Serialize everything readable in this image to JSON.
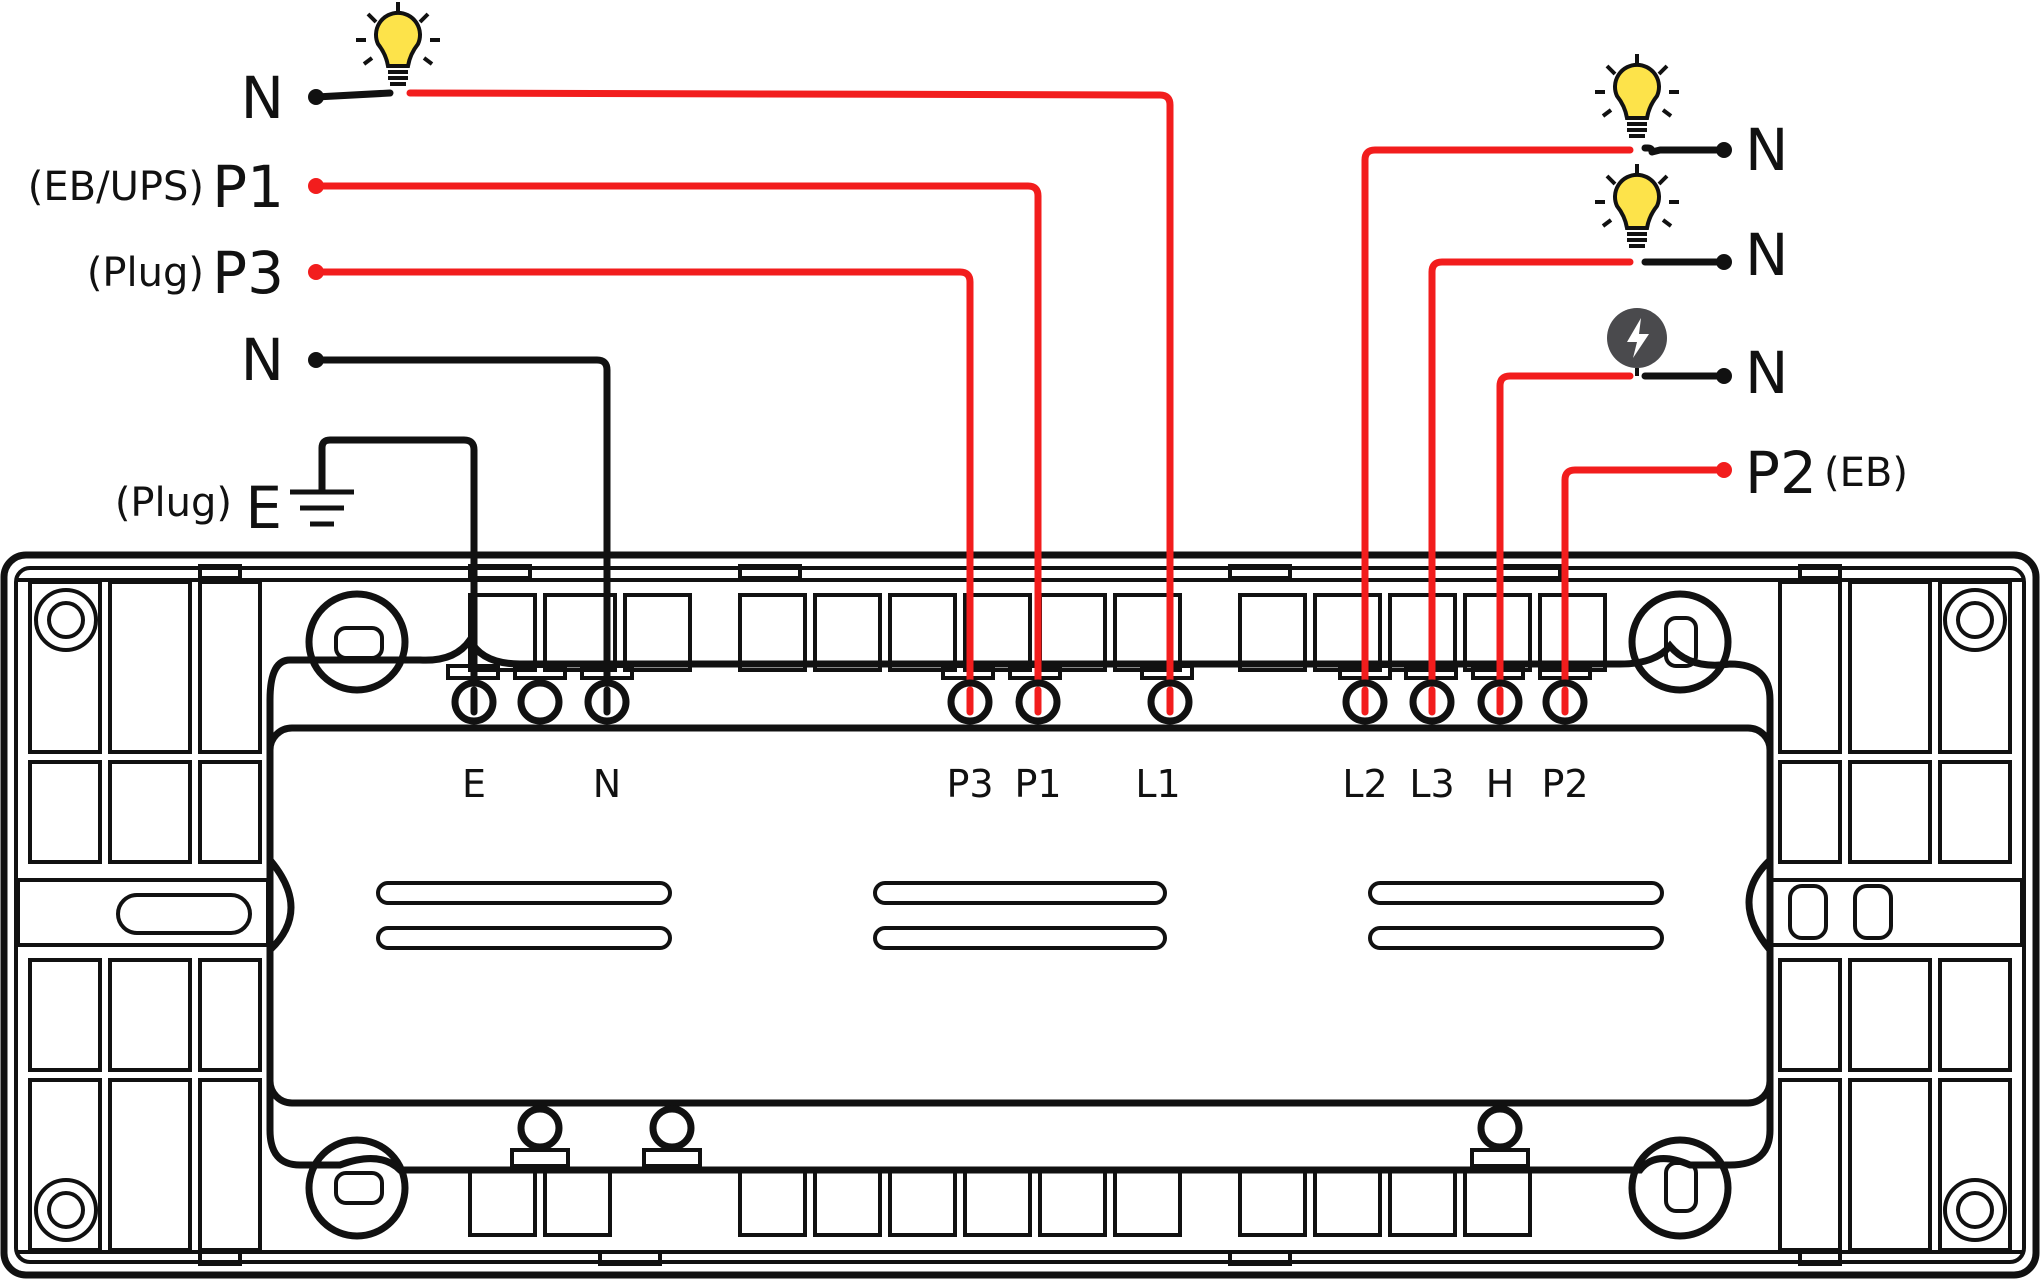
{
  "left_labels": {
    "n_top": "N",
    "p1_prefix": "(EB/UPS)",
    "p1": "P1",
    "p3_prefix": "(Plug)",
    "p3": "P3",
    "n_mid": "N",
    "e_prefix": "(Plug)",
    "e": "E"
  },
  "right_labels": {
    "n1": "N",
    "n2": "N",
    "n3": "N",
    "p2": "P2",
    "p2_suffix": "(EB)"
  },
  "terminals": [
    "E",
    "N",
    "P3",
    "P1",
    "L1",
    "L2",
    "L3",
    "H",
    "P2"
  ],
  "colors": {
    "live_wire": "#f21d1d",
    "neutral_wire": "#111111",
    "bulb": "#fde34a",
    "fan_badge": "#4a4a4d"
  },
  "icons": {
    "bulb": "light-bulb-icon",
    "fan": "lightning-bolt-icon",
    "ground": "earth-ground-icon"
  }
}
